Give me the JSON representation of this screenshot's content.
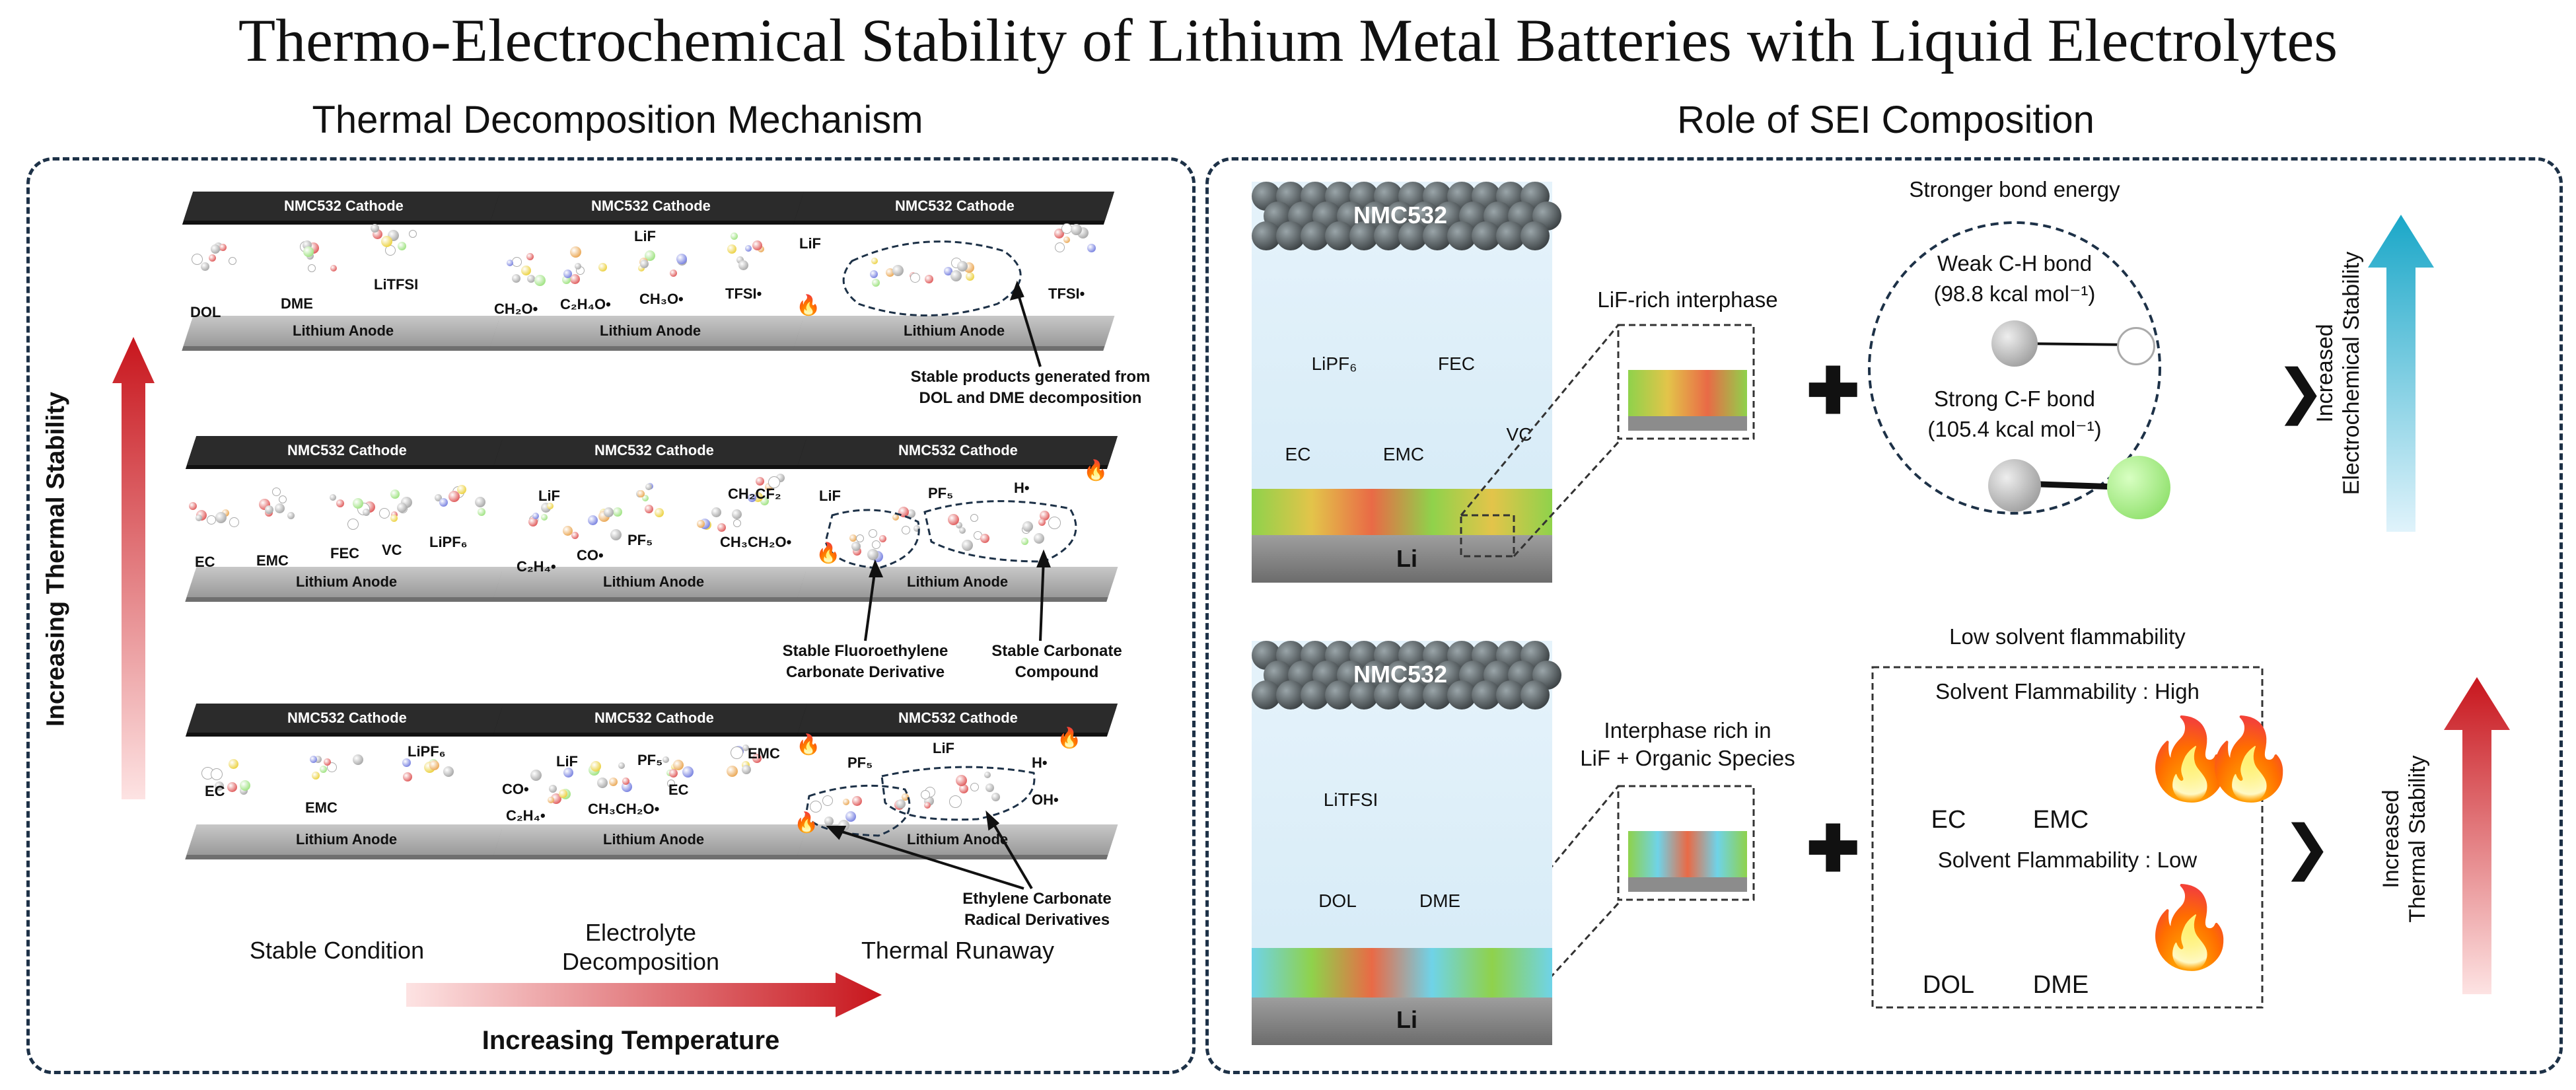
{
  "title": "Thermo-Electrochemical Stability of Lithium Metal Batteries with Liquid Electrolytes",
  "left_panel": {
    "title": "Thermal Decomposition Mechanism",
    "y_axis_label": "Increasing Thermal Stability",
    "x_axis_label": "Increasing Temperature",
    "stage_labels": [
      "Stable Condition",
      "Electrolyte Decomposition",
      "Thermal Runaway"
    ],
    "cathode_label": "NMC532 Cathode",
    "anode_label": "Lithium Anode",
    "row1": {
      "cell1": [
        "DOL",
        "DME",
        "LiTFSI"
      ],
      "cell2": [
        "CH₂O•",
        "C₂H₄O•",
        "LiF",
        "CH₃O•",
        "TFSI•"
      ],
      "cell3": [
        "LiF",
        "TFSI•"
      ]
    },
    "row2": {
      "cell1": [
        "EC",
        "EMC",
        "FEC",
        "VC",
        "LiPF₆"
      ],
      "cell2": [
        "LiF",
        "C₂H₄•",
        "CO•",
        "PF₅",
        "CH₂CF₂",
        "CH₃CH₂O•"
      ],
      "cell3": [
        "LiF",
        "PF₅",
        "H•"
      ]
    },
    "row3": {
      "cell1": [
        "EC",
        "EMC",
        "LiPF₆"
      ],
      "cell2": [
        "LiF",
        "CO•",
        "C₂H₄•",
        "PF₅",
        "CH₃CH₂O•",
        "EC",
        "EMC"
      ],
      "cell3": [
        "PF₅",
        "LiF",
        "H•",
        "OH•"
      ]
    },
    "callouts": {
      "row1": "Stable products generated from\nDOL and DME decomposition",
      "row2_a": "Stable Fluoroethylene\nCarbonate Derivative",
      "row2_b": "Stable Carbonate\nCompound",
      "row3": "Ethylene Carbonate\nRadical Derivatives"
    }
  },
  "right_panel": {
    "title": "Role of SEI Composition",
    "top": {
      "cathode": "NMC532",
      "anode": "Li",
      "molecules": [
        "LiPF₆",
        "FEC",
        "EC",
        "EMC",
        "VC"
      ],
      "interphase_label": "LiF-rich interphase",
      "bond_title": "Stronger bond energy",
      "weak_bond": "Weak C-H bond",
      "weak_energy": "(98.8 kcal mol⁻¹)",
      "strong_bond": "Strong C-F bond",
      "strong_energy": "(105.4 kcal mol⁻¹)",
      "result": "Increased\nElectrochemical Stability"
    },
    "bottom": {
      "cathode": "NMC532",
      "anode": "Li",
      "molecules": [
        "LiTFSI",
        "DOL",
        "DME"
      ],
      "interphase_label": "Interphase rich in\nLiF + Organic Species",
      "flam_title": "Low solvent flammability",
      "flam_high": "Solvent Flammability : High",
      "flam_low": "Solvent Flammability : Low",
      "high_solvents": [
        "EC",
        "EMC"
      ],
      "low_solvents": [
        "DOL",
        "DME"
      ],
      "result": "Increased\nThermal Stability"
    }
  },
  "colors": {
    "panel_border": "#1d3147",
    "red_arrow": "#c8161d",
    "blue_arrow": "#1aa7c8",
    "lif_green": "#9ee86a"
  }
}
